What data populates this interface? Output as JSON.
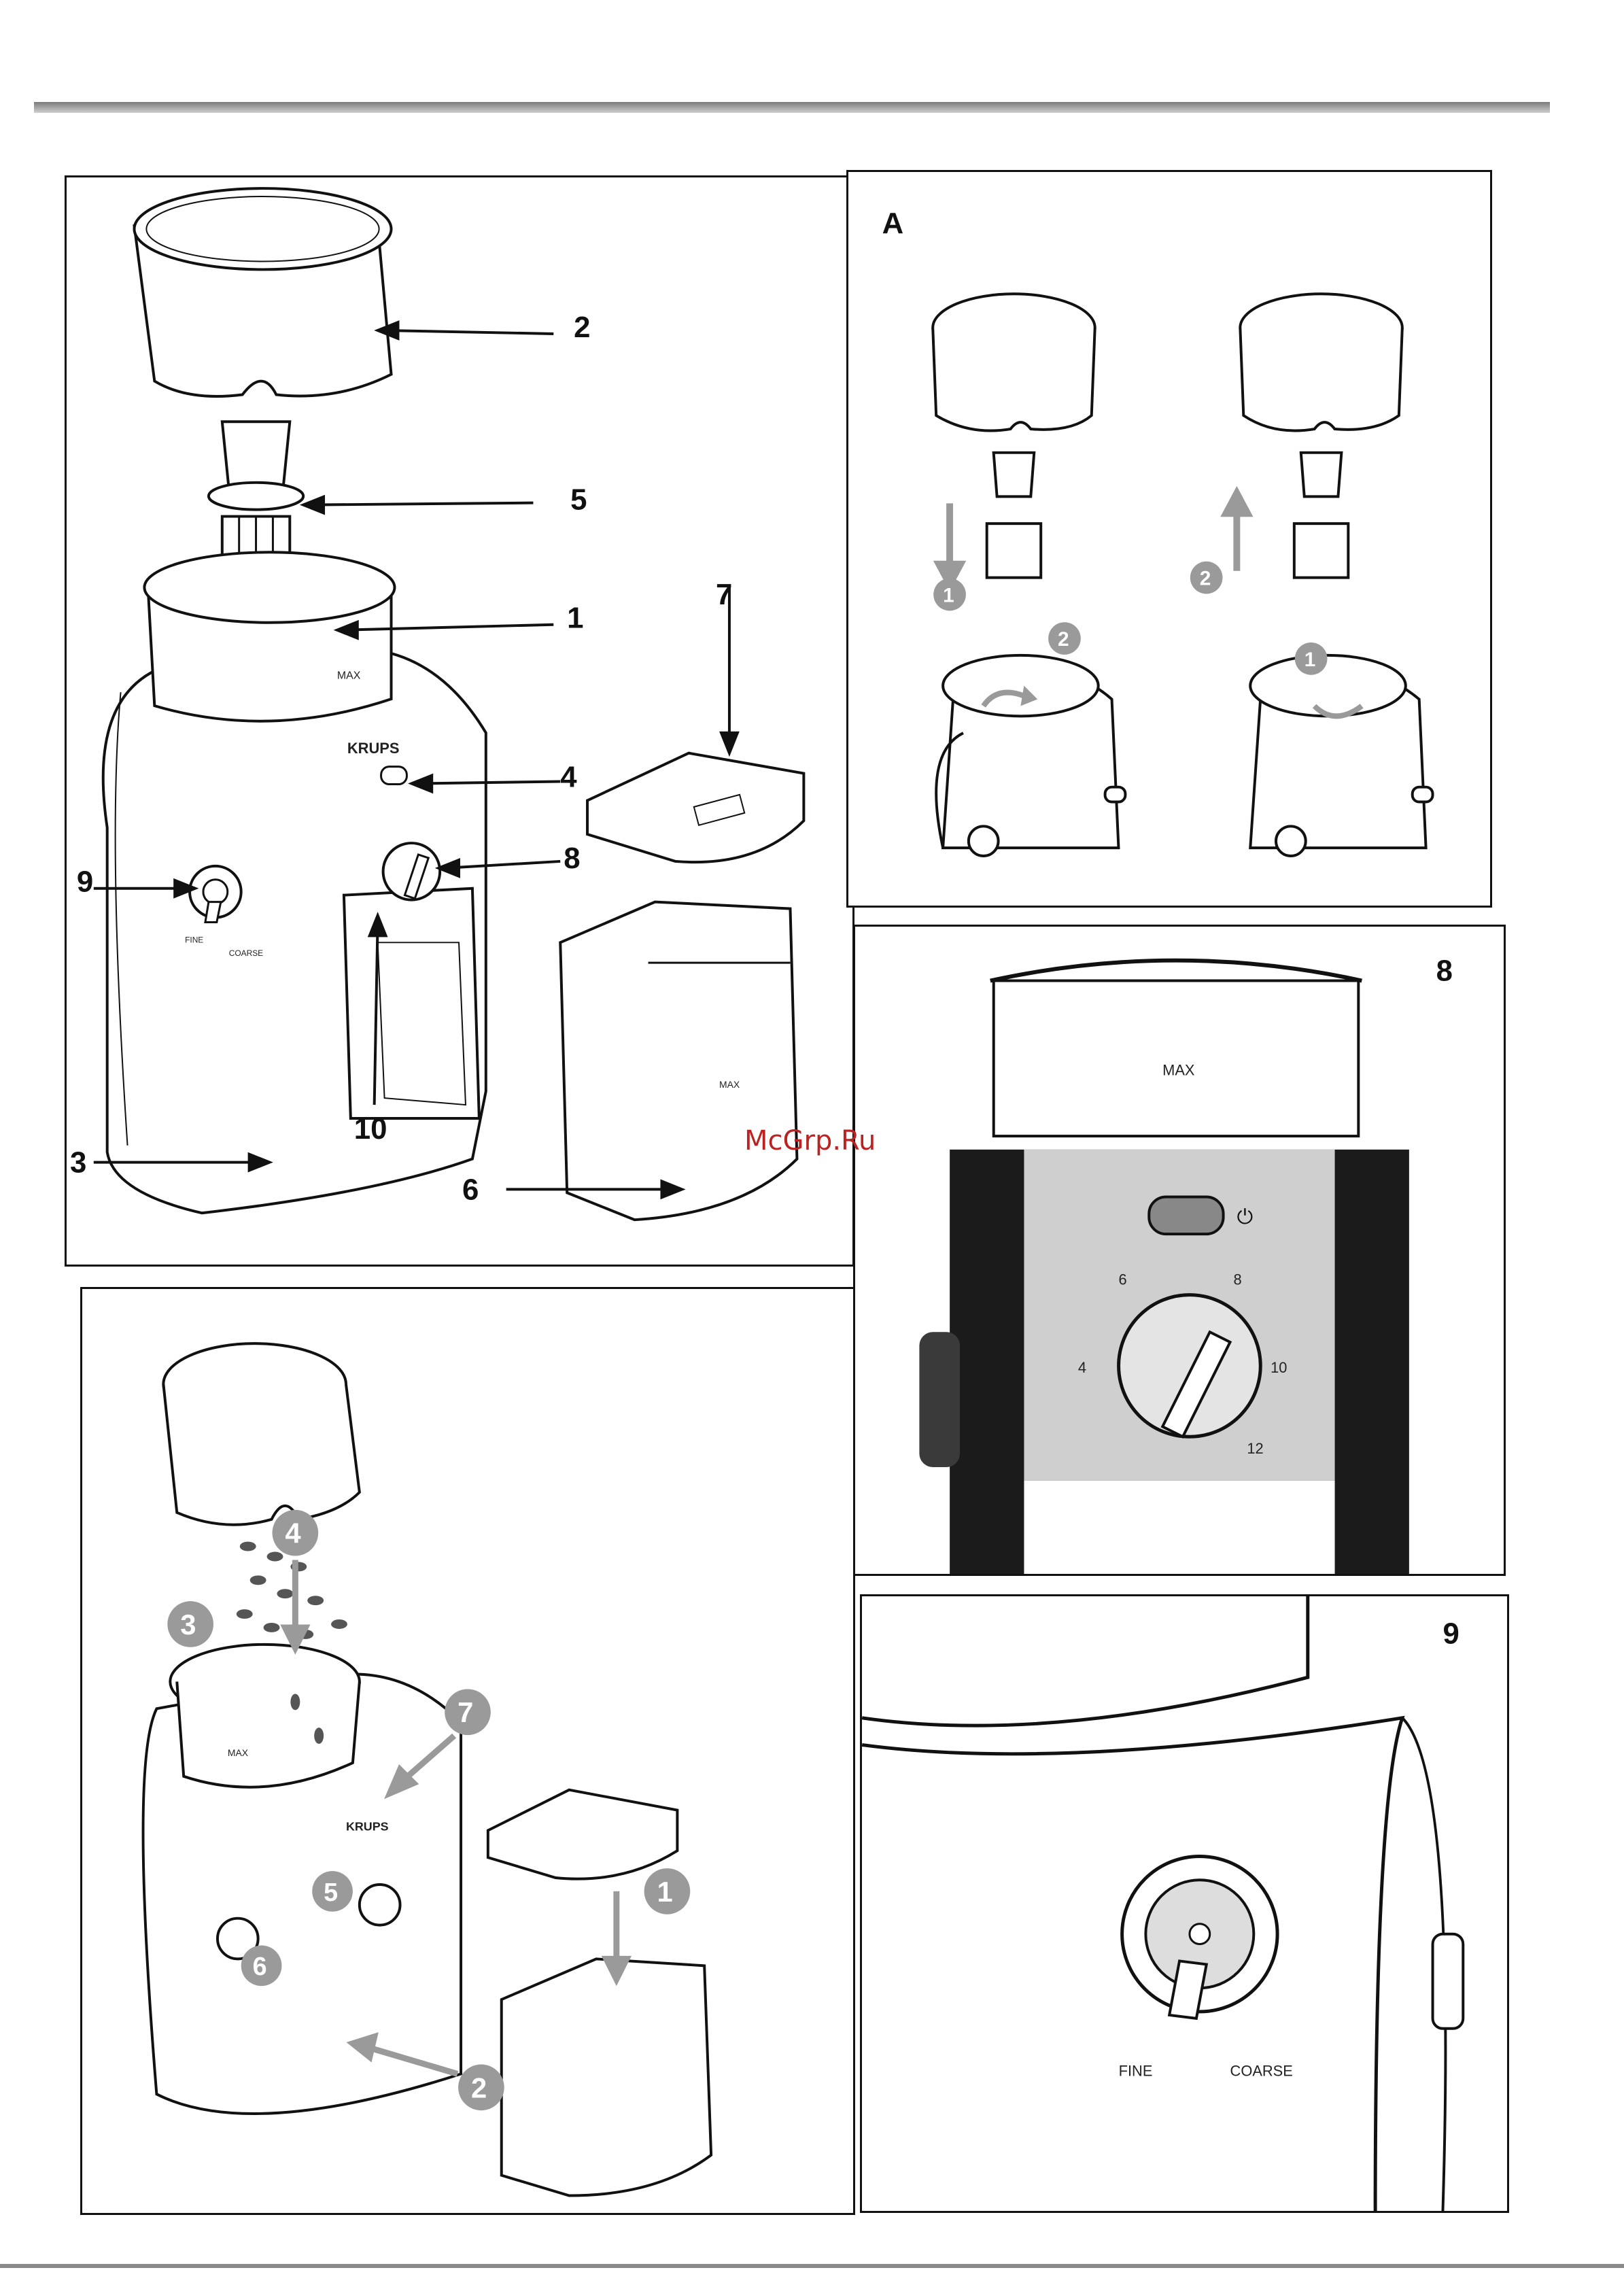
{
  "panel_main": {
    "brand": "KRUPS",
    "max_mark": "MAX",
    "dial_labels": {
      "fine": "FINE",
      "coarse": "COARSE"
    },
    "callouts": [
      "1",
      "2",
      "3",
      "4",
      "5",
      "6",
      "7",
      "8",
      "9",
      "10"
    ]
  },
  "panel_a": {
    "title": "A",
    "steps": [
      "1",
      "2",
      "2",
      "1"
    ]
  },
  "panel_8": {
    "title": "8",
    "max_mark": "MAX",
    "scale_labels": [
      "6",
      "8",
      "4",
      "10",
      "12"
    ],
    "power_symbol": "⏻"
  },
  "panel_fill": {
    "brand": "KRUPS",
    "max_mark": "MAX",
    "steps": [
      "4",
      "3",
      "7",
      "5",
      "6",
      "1",
      "2"
    ]
  },
  "panel_9": {
    "title": "9",
    "fine": "FINE",
    "coarse": "COARSE"
  },
  "watermark": "McGrp.Ru",
  "colors": {
    "ink": "#111111",
    "grey_step": "#9a9a9a",
    "watermark": "#b22222"
  }
}
